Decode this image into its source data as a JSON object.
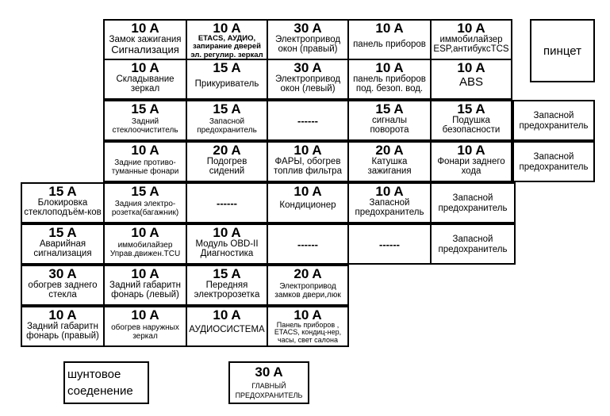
{
  "grid": {
    "r0": [
      {
        "amp": "10 A",
        "label": "Замок зажигания",
        "label2": "Сигнализация"
      },
      {
        "amp": "10 A",
        "label": "ETACS, АУДИО,\nзапирание дверей\nэл. регулир. зеркал"
      },
      {
        "amp": "30 A",
        "label": "Электропривод\nокон (правый)"
      },
      {
        "amp": "10 A",
        "label": "панель приборов"
      },
      {
        "amp": "10 A",
        "label": "иммобилайзер\nESP,антибуксTCS"
      }
    ],
    "r1": [
      {
        "amp": "10 A",
        "label": "Складывание\nзеркал"
      },
      {
        "amp": "15 A",
        "label": "Прикуриватель"
      },
      {
        "amp": "30 A",
        "label": "Электропривод\nокон (левый)"
      },
      {
        "amp": "10 A",
        "label": "панель приборов\nпод. безоп. вод."
      },
      {
        "amp": "10 A",
        "label": "ABS"
      }
    ],
    "r2": [
      {
        "amp": "15 A",
        "label": "Задний\nстеклоочиститель"
      },
      {
        "amp": "15 A",
        "label": "Запасной\nпредохранитель"
      },
      {
        "amp": "",
        "label": "------"
      },
      {
        "amp": "15 A",
        "label": "сигналы\nповорота"
      },
      {
        "amp": "15 A",
        "label": "Подушка\nбезопасности"
      },
      {
        "amp": "",
        "label": "Запасной\nпредохранитель"
      }
    ],
    "r3": [
      {
        "amp": "10 A",
        "label": "Задние противо-\nтуманные фонари"
      },
      {
        "amp": "20 A",
        "label": "Подогрев\nсидений"
      },
      {
        "amp": "10 A",
        "label": "ФАРЫ, обогрев\nтоплив фильтра"
      },
      {
        "amp": "20 A",
        "label": "Катушка\nзажигания"
      },
      {
        "amp": "10 A",
        "label": "Фонари заднего\nхода"
      },
      {
        "amp": "",
        "label": "Запасной\nпредохранитель"
      }
    ],
    "r4": [
      {
        "amp": "15 A",
        "label": "Блокировка\nстеклоподъём-ков"
      },
      {
        "amp": "15 A",
        "label": "Задния электро-\nрозетка(багажник)"
      },
      {
        "amp": "",
        "label": "------"
      },
      {
        "amp": "10 A",
        "label": "Кондиционер"
      },
      {
        "amp": "10 A",
        "label": "Запасной\nпредохранитель"
      },
      {
        "amp": "",
        "label": "Запасной\nпредохранитель"
      }
    ],
    "r5": [
      {
        "amp": "15 A",
        "label": "Аварийная\nсигнализация"
      },
      {
        "amp": "10 A",
        "label": "иммобилайзер\nУправ.движен.TCU"
      },
      {
        "amp": "10 A",
        "label": "Модуль OBD-II\nДиагностика"
      },
      {
        "amp": "",
        "label": "------"
      },
      {
        "amp": "",
        "label": "------"
      },
      {
        "amp": "",
        "label": "Запасной\nпредохранитель"
      }
    ],
    "r6": [
      {
        "amp": "30 A",
        "label": "обогрев заднего\nстекла"
      },
      {
        "amp": "10 A",
        "label": "Задний габаритн\nфонарь (левый)"
      },
      {
        "amp": "15 A",
        "label": "Передняя\nэлектророзетка"
      },
      {
        "amp": "20 A",
        "label": "Электропривод\nзамков двери,люк"
      }
    ],
    "r7": [
      {
        "amp": "10 A",
        "label": "Задний габаритн\nфонарь (правый)"
      },
      {
        "amp": "10 A",
        "label": "обогрев наружных\nзеркал"
      },
      {
        "amp": "10 A",
        "label": "АУДИОСИСТЕМА"
      },
      {
        "amp": "10 A",
        "label": "Панель приборов ,\nETACS, кондиц-нер,\nчасы, свет салона"
      }
    ]
  },
  "tweezers": "пинцет",
  "shunt": "шунтовое\nсоеденение",
  "main_fuse": {
    "amp": "30 A",
    "label": "ГЛАВНЫЙ\nПРЕДОХРАНИТЕЛЬ"
  }
}
